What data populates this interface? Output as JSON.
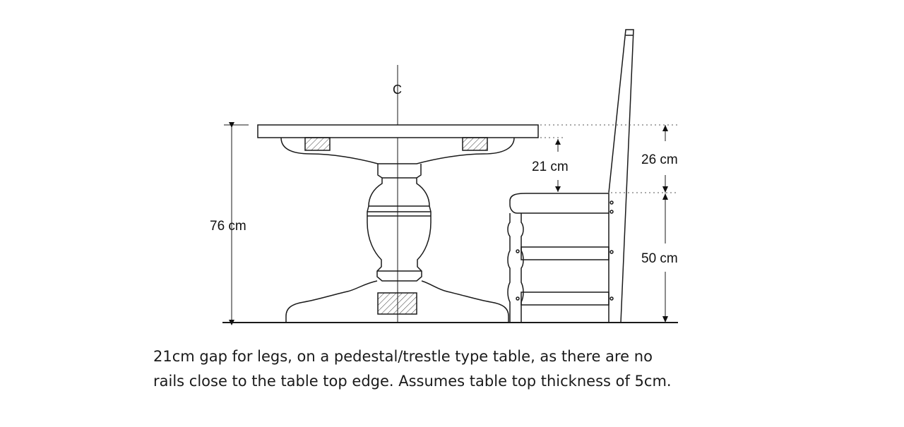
{
  "diagram": {
    "centerline_symbol": "C",
    "dimensions": {
      "table_height": "76 cm",
      "leg_gap": "21 cm",
      "top_to_seat": "26 cm",
      "seat_height": "50 cm"
    }
  },
  "caption": {
    "line1": "21cm gap for legs, on a pedestal/trestle type table, as there are no",
    "line2": "rails close to the table top edge. Assumes table top thickness of 5cm."
  },
  "colors": {
    "line": "#1a1a1a",
    "hatch": "#333333",
    "dotted": "#555555"
  }
}
